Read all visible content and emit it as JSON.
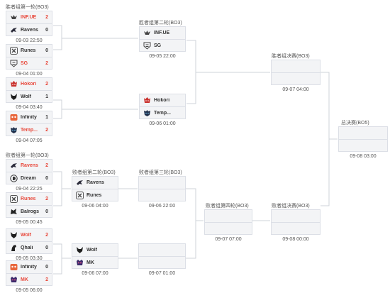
{
  "sections": {
    "upper_r1": "胜者组第一轮(BO3)",
    "upper_r2": "胜者组第二轮(BO3)",
    "upper_final": "胜者组决赛(BO3)",
    "grand_final": "总决赛(BO5)",
    "lower_r1": "败者组第一轮(BO3)",
    "lower_r2": "败者组第二轮(BO3)",
    "lower_r3": "败者组第三轮(BO3)",
    "lower_r4": "败者组第四轮(BO3)",
    "lower_final": "败者组决赛(BO3)"
  },
  "matches": {
    "u1a": {
      "t1": "INF.UE",
      "s1": "2",
      "t2": "Ravens",
      "s2": "0",
      "time": "09-03 22:50"
    },
    "u1b": {
      "t1": "Runes",
      "s1": "0",
      "t2": "SG",
      "s2": "2",
      "time": "09-04 01:00"
    },
    "u1c": {
      "t1": "Hokori",
      "s1": "2",
      "t2": "Wolf",
      "s2": "1",
      "time": "09-04 03:40"
    },
    "u1d": {
      "t1": "Infinity",
      "s1": "1",
      "t2": "Temp...",
      "s2": "2",
      "time": "09-04 07:05"
    },
    "u2a": {
      "t1": "INF.UE",
      "t2": "SG",
      "time": "09-05 22:00"
    },
    "u2b": {
      "t1": "Hokori",
      "t2": "Temp...",
      "time": "09-06 01:00"
    },
    "u3": {
      "time": "09-07 04:00"
    },
    "gf": {
      "time": "09-08 03:00"
    },
    "l1a": {
      "t1": "Ravens",
      "s1": "2",
      "t2": "Dream",
      "s2": "0",
      "time": "09-04 22:25"
    },
    "l1b": {
      "t1": "Runes",
      "s1": "2",
      "t2": "Balrogs",
      "s2": "0",
      "time": "09-05 00:45"
    },
    "l1c": {
      "t1": "Wolf",
      "s1": "2",
      "t2": "Qhali",
      "s2": "0",
      "time": "09-05 03:30"
    },
    "l1d": {
      "t1": "Infinity",
      "s1": "0",
      "t2": "MK",
      "s2": "2",
      "time": "09-05 06:00"
    },
    "l2a": {
      "t1": "Ravens",
      "t2": "Runes",
      "time": "09-06 04:00"
    },
    "l2b": {
      "t1": "Wolf",
      "t2": "MK",
      "time": "09-06 07:00"
    },
    "l3a": {
      "time": "09-06 22:00"
    },
    "l3b": {
      "time": "09-07 01:00"
    },
    "l4": {
      "time": "09-07 07:00"
    },
    "lf": {
      "time": "09-08 00:00"
    }
  },
  "colors": {
    "winner": "#e8483b",
    "border": "#dcdfe6",
    "box_bg": "#f3f4f6",
    "line": "#cfd3da"
  },
  "team_icons": {
    "INF.UE": "winged-emblem-icon",
    "Ravens": "raven-icon",
    "Runes": "rune-x-icon",
    "SG": "sg-shield-icon",
    "Hokori": "red-mask-icon",
    "Wolf": "wolf-icon",
    "Infinity": "infinity-tiger-icon",
    "Temp...": "tempest-beast-icon",
    "Dream": "dream-d-icon",
    "Balrogs": "balrog-icon",
    "Qhali": "horse-icon",
    "MK": "mk-creature-icon"
  }
}
